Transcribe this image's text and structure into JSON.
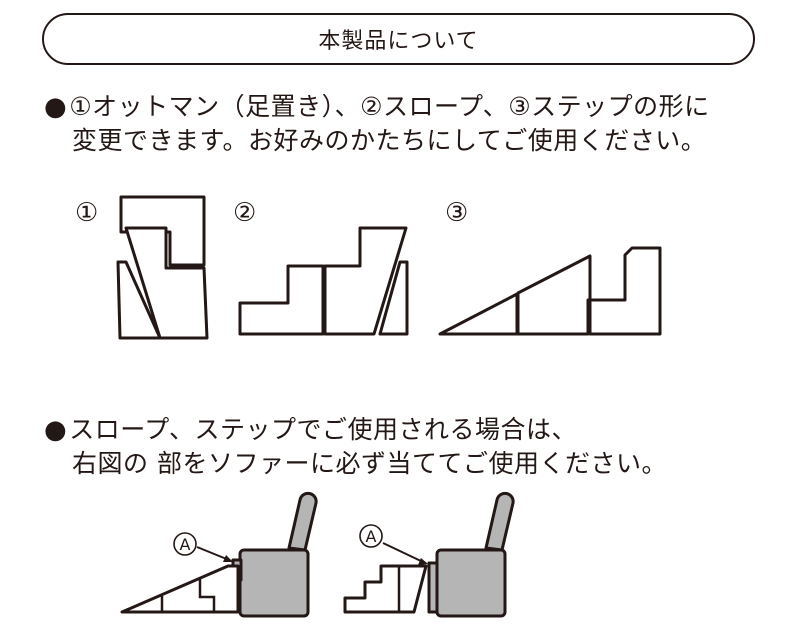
{
  "header": {
    "title": "本製品について"
  },
  "section1": {
    "bullet": "●",
    "line1": "①オットマン（足置き）、②スロープ、③ステップの形に",
    "line2": "変更できます。お好みのかたちにしてご使用ください。"
  },
  "figures": {
    "num1": "①",
    "num2": "②",
    "num3": "③"
  },
  "section2": {
    "bullet": "●",
    "line1": "スロープ、ステップでご使用される場合は、",
    "line2": "右図の 部をソファーに必ず当ててご使用ください。"
  },
  "diagram2": {
    "marker_left": "A",
    "marker_right": "A",
    "sofa_color": "#b5b5b6"
  }
}
